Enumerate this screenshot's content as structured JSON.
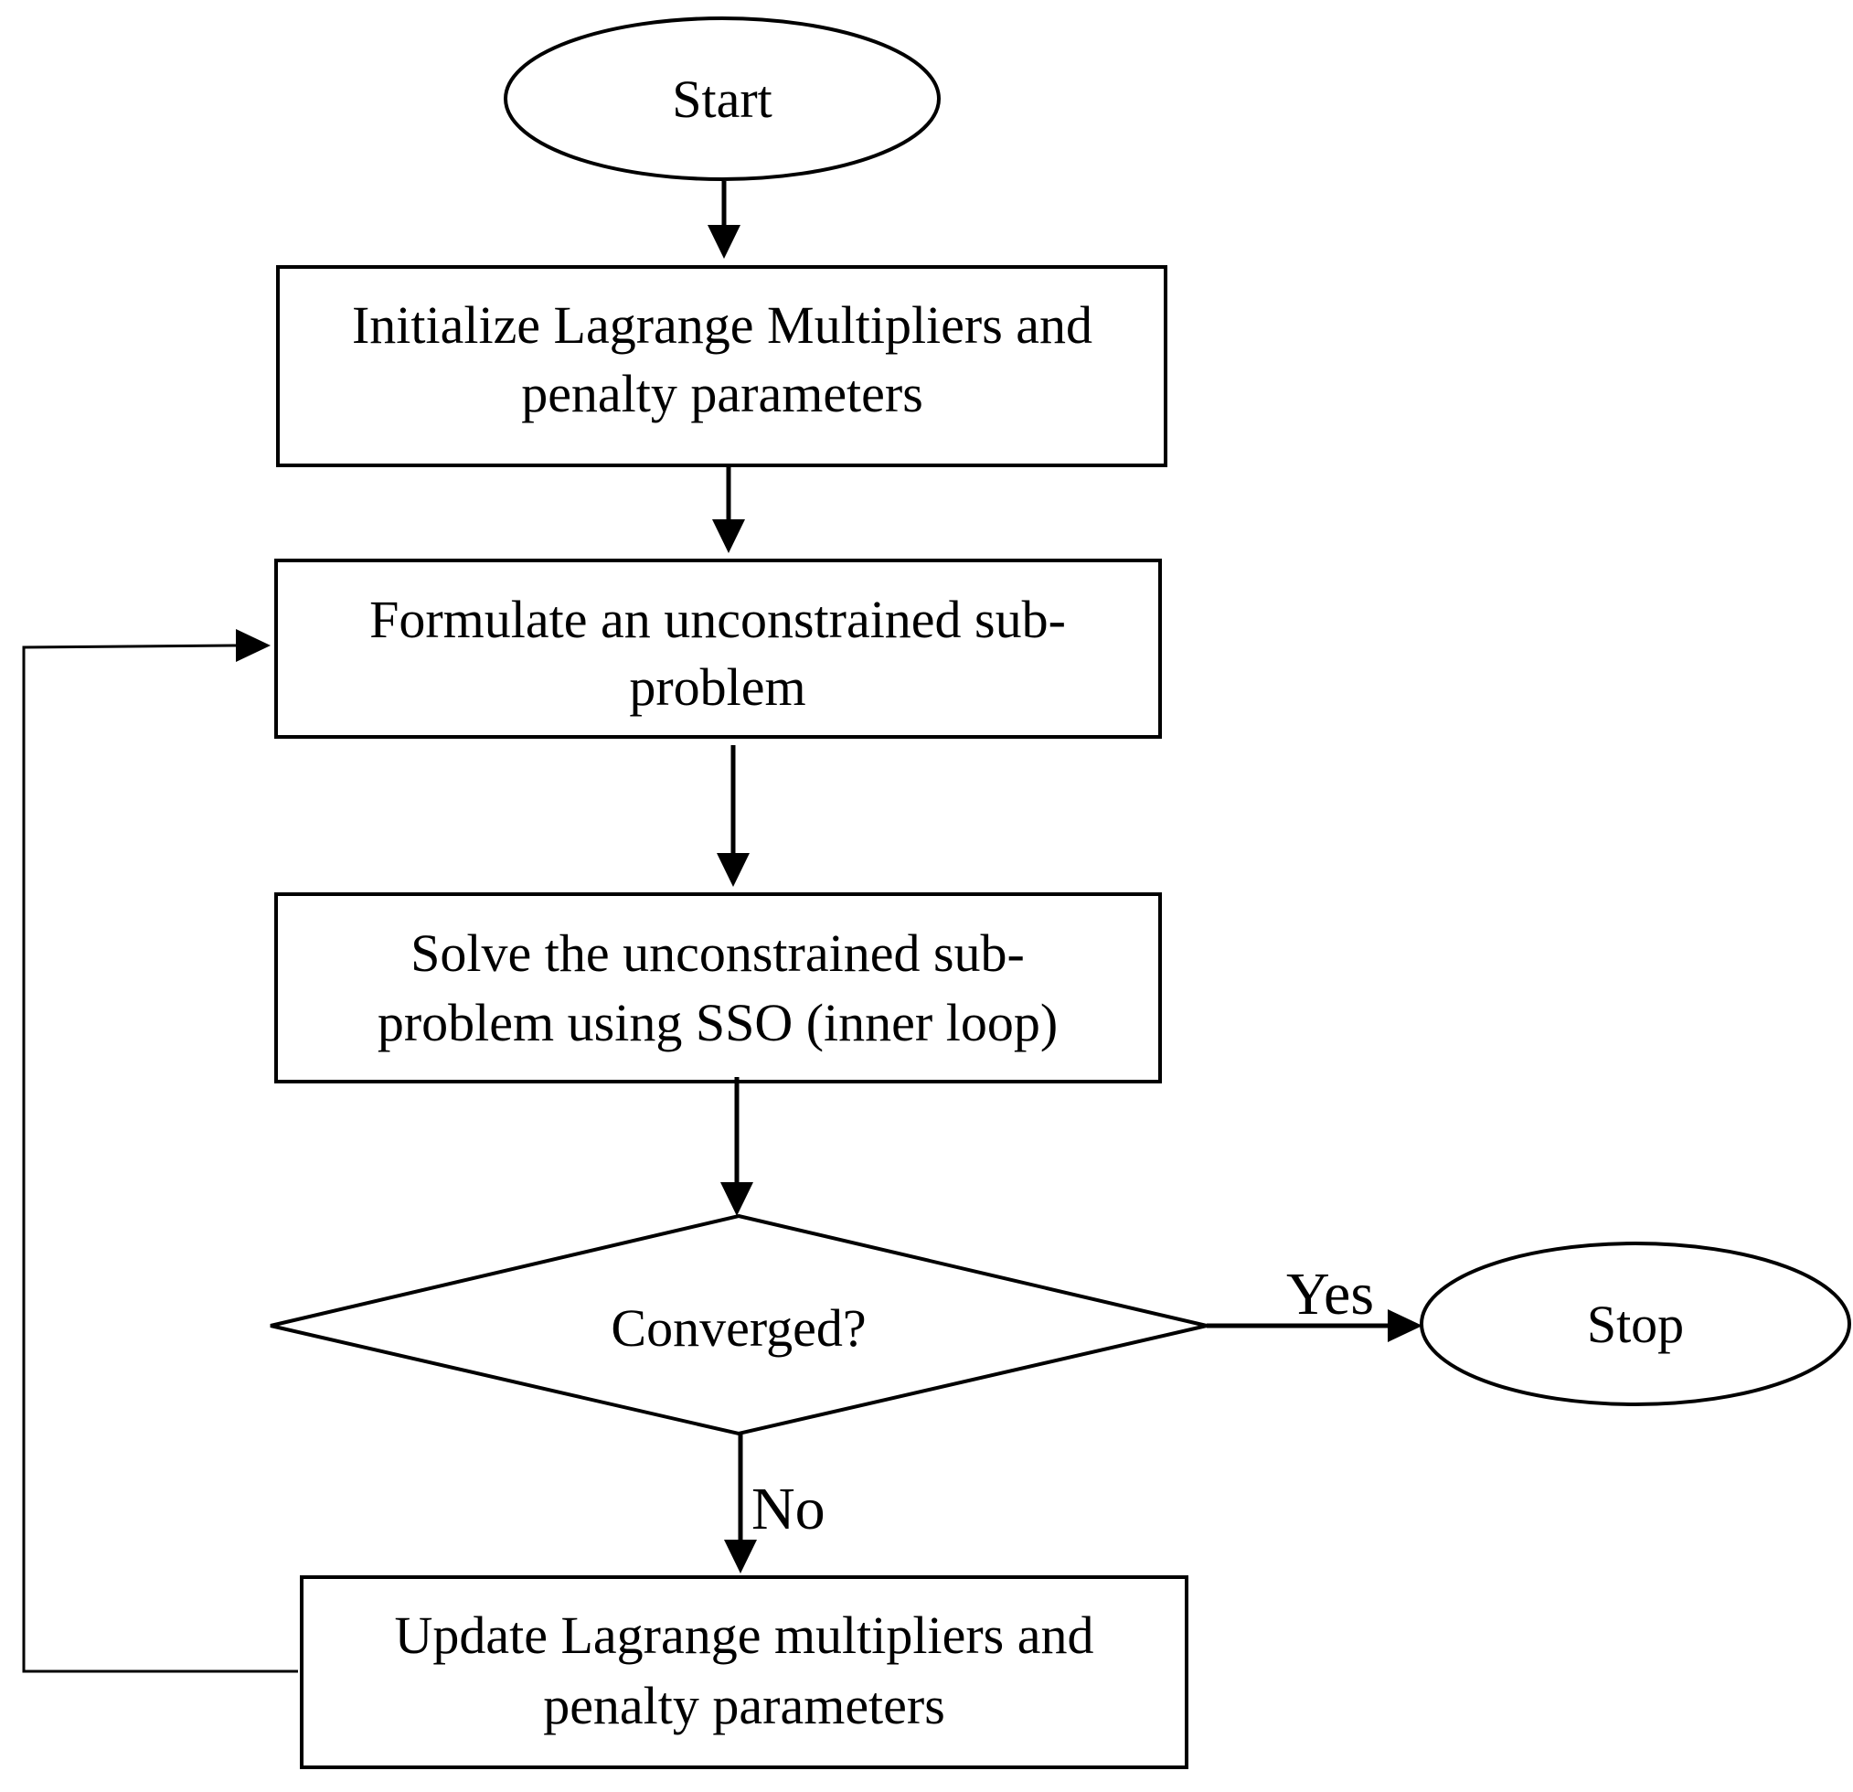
{
  "nodes": {
    "start": "Start",
    "init": [
      "Initialize Lagrange Multipliers and",
      "penalty parameters"
    ],
    "formulate": [
      "Formulate an unconstrained sub-",
      "problem"
    ],
    "solve": [
      "Solve the unconstrained sub-",
      "problem using SSO (inner loop)"
    ],
    "decision": "Converged?",
    "stop": "Stop",
    "update": [
      "Update Lagrange multipliers and",
      "penalty parameters"
    ]
  },
  "edges": {
    "yes": "Yes",
    "no": "No"
  }
}
